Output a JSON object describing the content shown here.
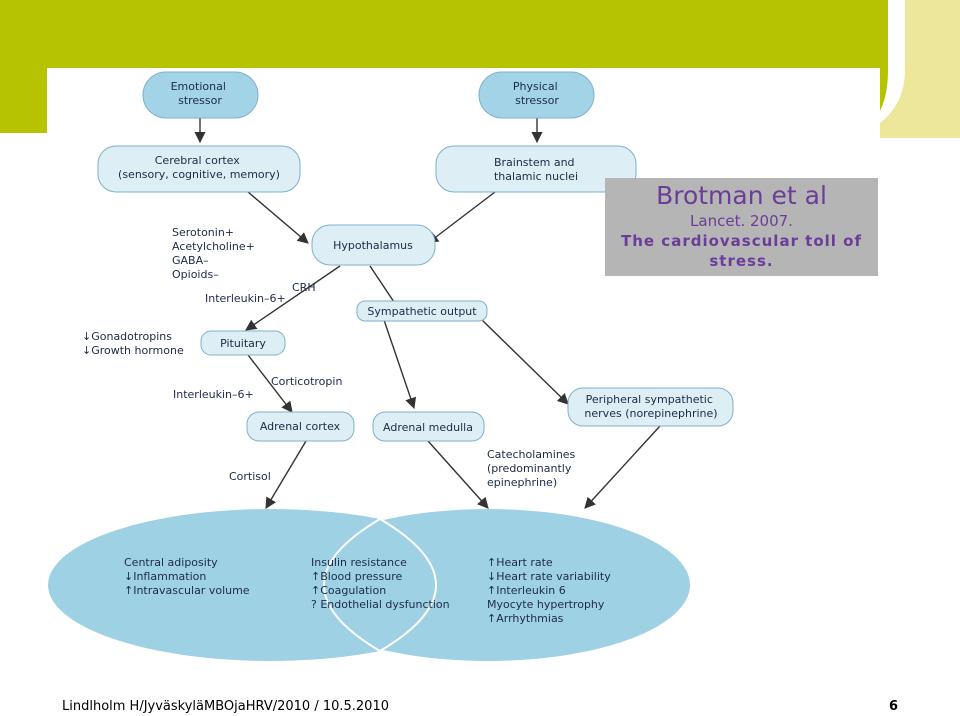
{
  "colors": {
    "green": "#b5c300",
    "cream": "#ece79a",
    "pill_fill": "#a3d3e6",
    "pill_stroke": "#7fb0c8",
    "box_fill": "#ddeef5",
    "ellipse_fill": "#9fd1e4",
    "text": "#1d2b45",
    "arrow": "#333333",
    "citation_bg": "#b5b5b5",
    "citation_text": "#6b3d99"
  },
  "nodes": {
    "emotional": [
      "Emotional",
      "stressor"
    ],
    "physical": [
      "Physical",
      "stressor"
    ],
    "cortex": [
      "Cerebral cortex",
      "(sensory, cognitive, memory)"
    ],
    "brainstem": [
      "Brainstem and",
      "thalamic nuclei"
    ],
    "hypothalamus": "Hypothalamus",
    "sympathetic": "Sympathetic output",
    "pituitary": "Pituitary",
    "adrenal_cortex": "Adrenal cortex",
    "adrenal_medulla": "Adrenal medulla",
    "peripheral": [
      "Peripheral sympathetic",
      "nerves (norepinephrine)"
    ]
  },
  "labels": {
    "neuro": [
      "Serotonin+",
      "Acetylcholine+",
      "GABA–",
      "Opioids–"
    ],
    "crh": "CRH",
    "il6_upper": "Interleukin–6+",
    "gonado": [
      "↓Gonadotropins",
      "↓Growth hormone"
    ],
    "il6_lower": "Interleukin–6+",
    "corticotropin": "Corticotropin",
    "cortisol": "Cortisol",
    "catechol": [
      "Catecholamines",
      "(predominantly",
      "epinephrine)"
    ]
  },
  "effects": {
    "left": [
      "Central adiposity",
      "↓Inflammation",
      "↑Intravascular volume"
    ],
    "middle": [
      "Insulin resistance",
      "↑Blood pressure",
      "↑Coagulation",
      "? Endothelial dysfunction"
    ],
    "right": [
      "↑Heart rate",
      "↓Heart rate variability",
      "↑Interleukin 6",
      "Myocyte hypertrophy",
      "↑Arrhythmias"
    ]
  },
  "citation": {
    "author": "Brotman et al",
    "journal": "Lancet. 2007.",
    "title": [
      "The cardiovascular toll of",
      "stress."
    ]
  },
  "footer": {
    "left": "Lindlholm H/JyväskyläMBOjaHRV/2010 / 10.5.2010",
    "page": "6"
  }
}
